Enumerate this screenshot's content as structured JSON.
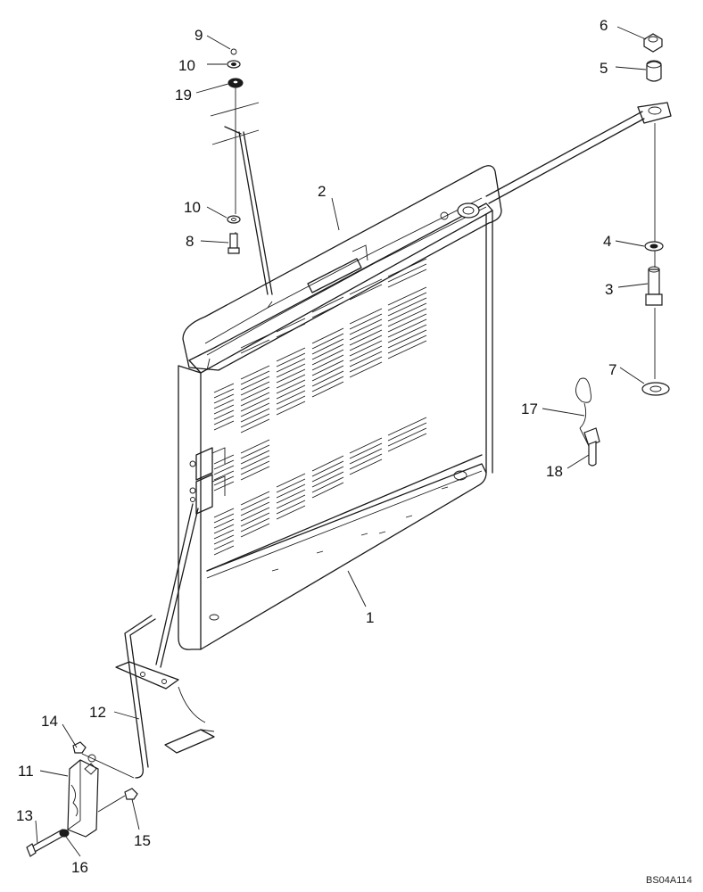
{
  "callouts": {
    "c1": "1",
    "c2": "2",
    "c3": "3",
    "c4": "4",
    "c5": "5",
    "c6": "6",
    "c7": "7",
    "c8": "8",
    "c9": "9",
    "c10a": "10",
    "c10b": "10",
    "c11": "11",
    "c12": "12",
    "c13": "13",
    "c14": "14",
    "c15": "15",
    "c16": "16",
    "c17": "17",
    "c18": "18",
    "c19": "19"
  },
  "reference_code": "BS04A114"
}
